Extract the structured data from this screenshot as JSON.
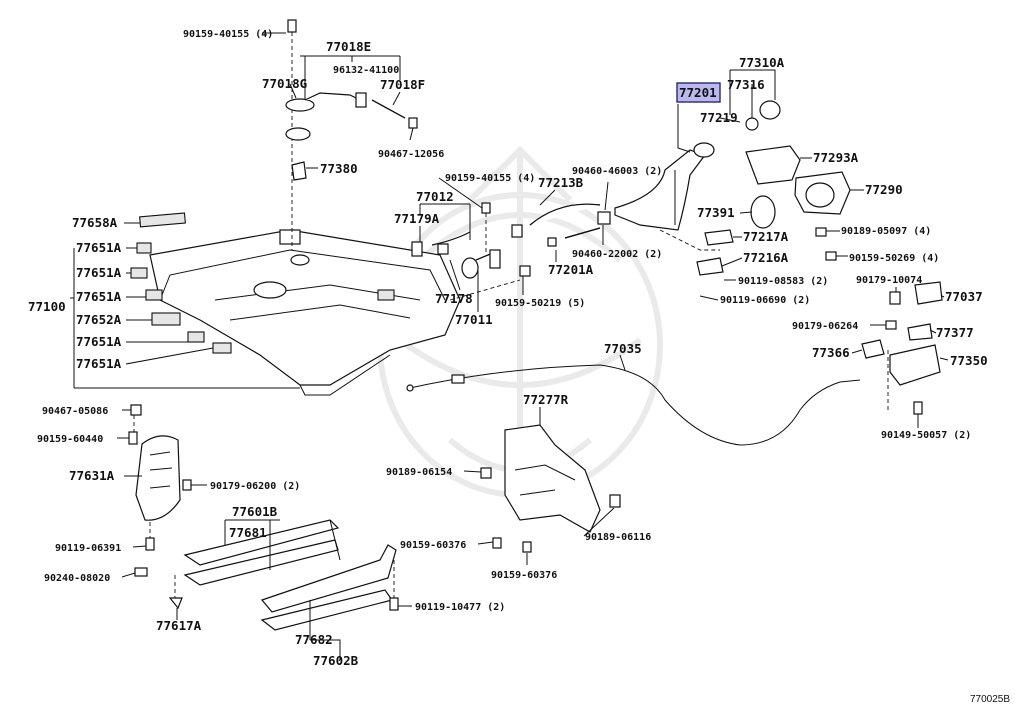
{
  "reference_code": "770025B",
  "highlighted_part": "77201",
  "labels": {
    "l_90159_40155_4_top": "90159-40155 (4)",
    "l_77018E": "77018E",
    "l_96132_41100": "96132-41100",
    "l_77018G": "77018G",
    "l_77018F": "77018F",
    "l_90467_12056": "90467-12056",
    "l_77380": "77380",
    "l_77658A": "77658A",
    "l_77651A_1": "77651A",
    "l_77651A_2": "77651A",
    "l_77651A_3": "77651A",
    "l_77652A": "77652A",
    "l_77651A_4": "77651A",
    "l_77651A_5": "77651A",
    "l_77100": "77100",
    "l_90159_40155_4_mid": "90159-40155 (4)",
    "l_77012": "77012",
    "l_77179A": "77179A",
    "l_77213B": "77213B",
    "l_90460_46003_2": "90460-46003 (2)",
    "l_77201": "77201",
    "l_77310A": "77310A",
    "l_77316": "77316",
    "l_77219": "77219",
    "l_77293A": "77293A",
    "l_77290": "77290",
    "l_77391": "77391",
    "l_90189_05097_4": "90189-05097 (4)",
    "l_90159_50269_4": "90159-50269 (4)",
    "l_77217A": "77217A",
    "l_77216A": "77216A",
    "l_90460_22002_2": "90460-22002 (2)",
    "l_77201A": "77201A",
    "l_90119_08583_2": "90119-08583 (2)",
    "l_90119_06690_2": "90119-06690 (2)",
    "l_90179_10074": "90179-10074",
    "l_77037": "77037",
    "l_77178": "77178",
    "l_77011": "77011",
    "l_90159_50219_5": "90159-50219 (5)",
    "l_90179_06264": "90179-06264",
    "l_77377": "77377",
    "l_77366": "77366",
    "l_77350": "77350",
    "l_77035": "77035",
    "l_90149_50057_2": "90149-50057 (2)",
    "l_90467_05086": "90467-05086",
    "l_90159_60440": "90159-60440",
    "l_77631A": "77631A",
    "l_90179_06200_2": "90179-06200 (2)",
    "l_77277R": "77277R",
    "l_90189_06154": "90189-06154",
    "l_77601B": "77601B",
    "l_77681": "77681",
    "l_90119_06391": "90119-06391",
    "l_90159_60376_a": "90159-60376",
    "l_90189_06116": "90189-06116",
    "l_90240_08020": "90240-08020",
    "l_90159_60376_b": "90159-60376",
    "l_90119_10477_2": "90119-10477 (2)",
    "l_77617A": "77617A",
    "l_77682": "77682",
    "l_77602B": "77602B"
  }
}
